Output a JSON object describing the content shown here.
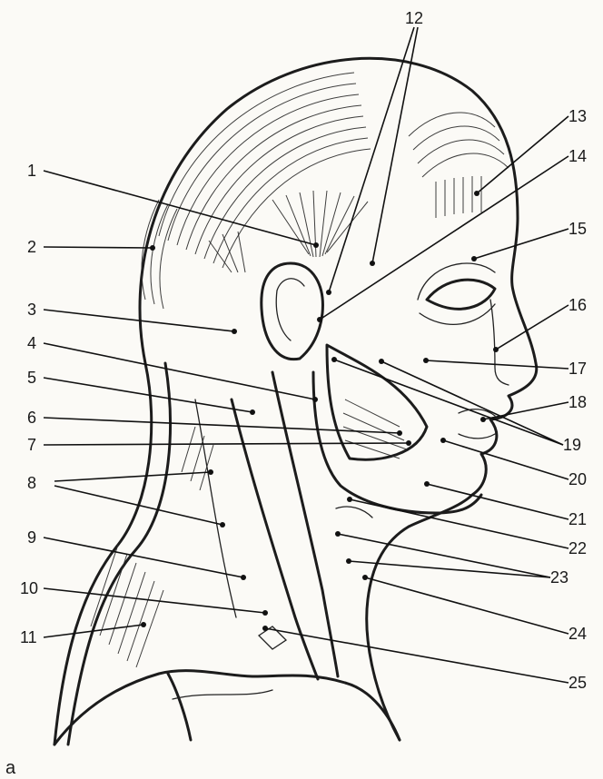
{
  "figure": {
    "panel_letter": "a",
    "labels": [
      "1",
      "2",
      "3",
      "4",
      "5",
      "6",
      "7",
      "8",
      "9",
      "10",
      "11",
      "12",
      "13",
      "14",
      "15",
      "16",
      "17",
      "18",
      "19",
      "20",
      "21",
      "22",
      "23",
      "24",
      "25"
    ]
  }
}
